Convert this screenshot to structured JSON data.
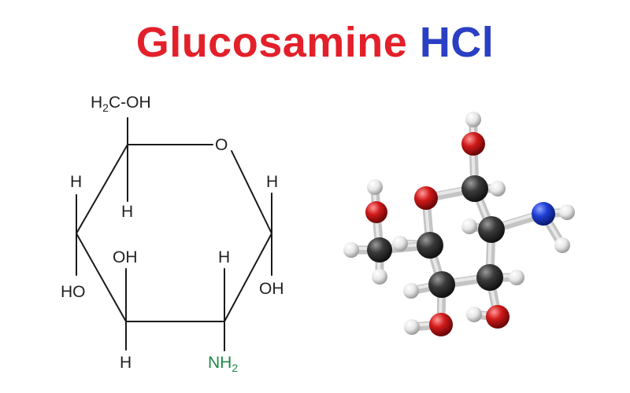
{
  "title": {
    "main": "Glucosamine",
    "suffix": "HCl"
  },
  "colors": {
    "title_main": "#e3202a",
    "title_suffix": "#2a3fc4",
    "amine_label": "#1e8a45",
    "carbon": "#3a3a3a",
    "oxygen": "#d11a1a",
    "nitrogen": "#1f3fd6",
    "hydrogen": "#e6e6e6"
  },
  "structure": {
    "top_group": {
      "main": "H",
      "sub": "2",
      "rest": "C-OH"
    },
    "ring_oxygen": "O",
    "h_left_upper": "H",
    "h_inner_upper": "H",
    "h_right_upper": "H",
    "oh_inner": "OH",
    "h_inner_lower": "H",
    "ho_left": "HO",
    "oh_right": "OH",
    "h_bottom": "H",
    "amine": {
      "main": "NH",
      "sub": "2"
    }
  }
}
